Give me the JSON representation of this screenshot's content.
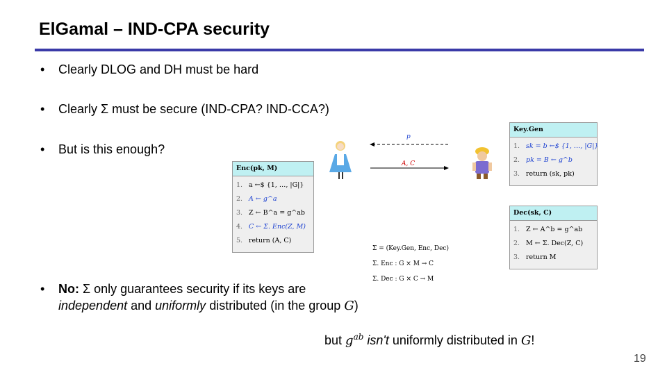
{
  "title": "ElGamal – IND-CPA security",
  "bullets": [
    {
      "dot": "•",
      "text": "Clearly DLOG and DH must be hard"
    },
    {
      "dot": "•",
      "text": "Clearly Σ must be secure (IND-CPA? IND-CCA?)"
    },
    {
      "dot": "•",
      "text": "But is this enough?"
    }
  ],
  "last_bullet": {
    "dot": "•",
    "bold": "No:",
    "line1_rest": " Σ only guarantees security if its keys are",
    "line2_a": "independent",
    "line2_b": " and ",
    "line2_c": "uniformly",
    "line2_d": "  distributed (in the group ",
    "line2_e": "G",
    "line2_f": ")"
  },
  "footnote": {
    "a": "but ",
    "g": "g",
    "sup": "ab",
    "b": " isn't",
    "c": " uniformly distributed in ",
    "G": "G",
    "end": "!"
  },
  "keygen": {
    "header": "Key.Gen",
    "rows": [
      {
        "n": "1.",
        "text": "sk = b ←$ {1, …, |G|}"
      },
      {
        "n": "2.",
        "text": "pk = B ← g^b"
      },
      {
        "n": "3.",
        "text": "return (sk, pk)"
      }
    ]
  },
  "enc": {
    "header": "Enc(pk, M)",
    "rows": [
      {
        "n": "1.",
        "text": "a ←$ {1, …, |G|}"
      },
      {
        "n": "2.",
        "text": "A ← g^a"
      },
      {
        "n": "3.",
        "text": "Z ← B^a = g^ab"
      },
      {
        "n": "4.",
        "text": "C ← Σ. Enc(Z, M)"
      },
      {
        "n": "5.",
        "text": "return (A, C)"
      }
    ]
  },
  "dec": {
    "header": "Dec(sk, C)",
    "rows": [
      {
        "n": "1.",
        "text": "Z ← A^b = g^ab"
      },
      {
        "n": "2.",
        "text": "M ← Σ. Dec(Z, C)"
      },
      {
        "n": "3.",
        "text": "return M"
      }
    ]
  },
  "sigma": {
    "line1": "Σ = (Key.Gen, Enc, Dec)",
    "line2": "Σ. Enc : G × M → C",
    "line3": "Σ. Dec : G × C → M"
  },
  "arrows": {
    "top_label": "p",
    "bottom_label": "A, C"
  },
  "page_number": "19",
  "colors": {
    "rule": "#3a3aa8",
    "box_header": "#bff0f2",
    "var_blue": "#1a3fd0"
  }
}
